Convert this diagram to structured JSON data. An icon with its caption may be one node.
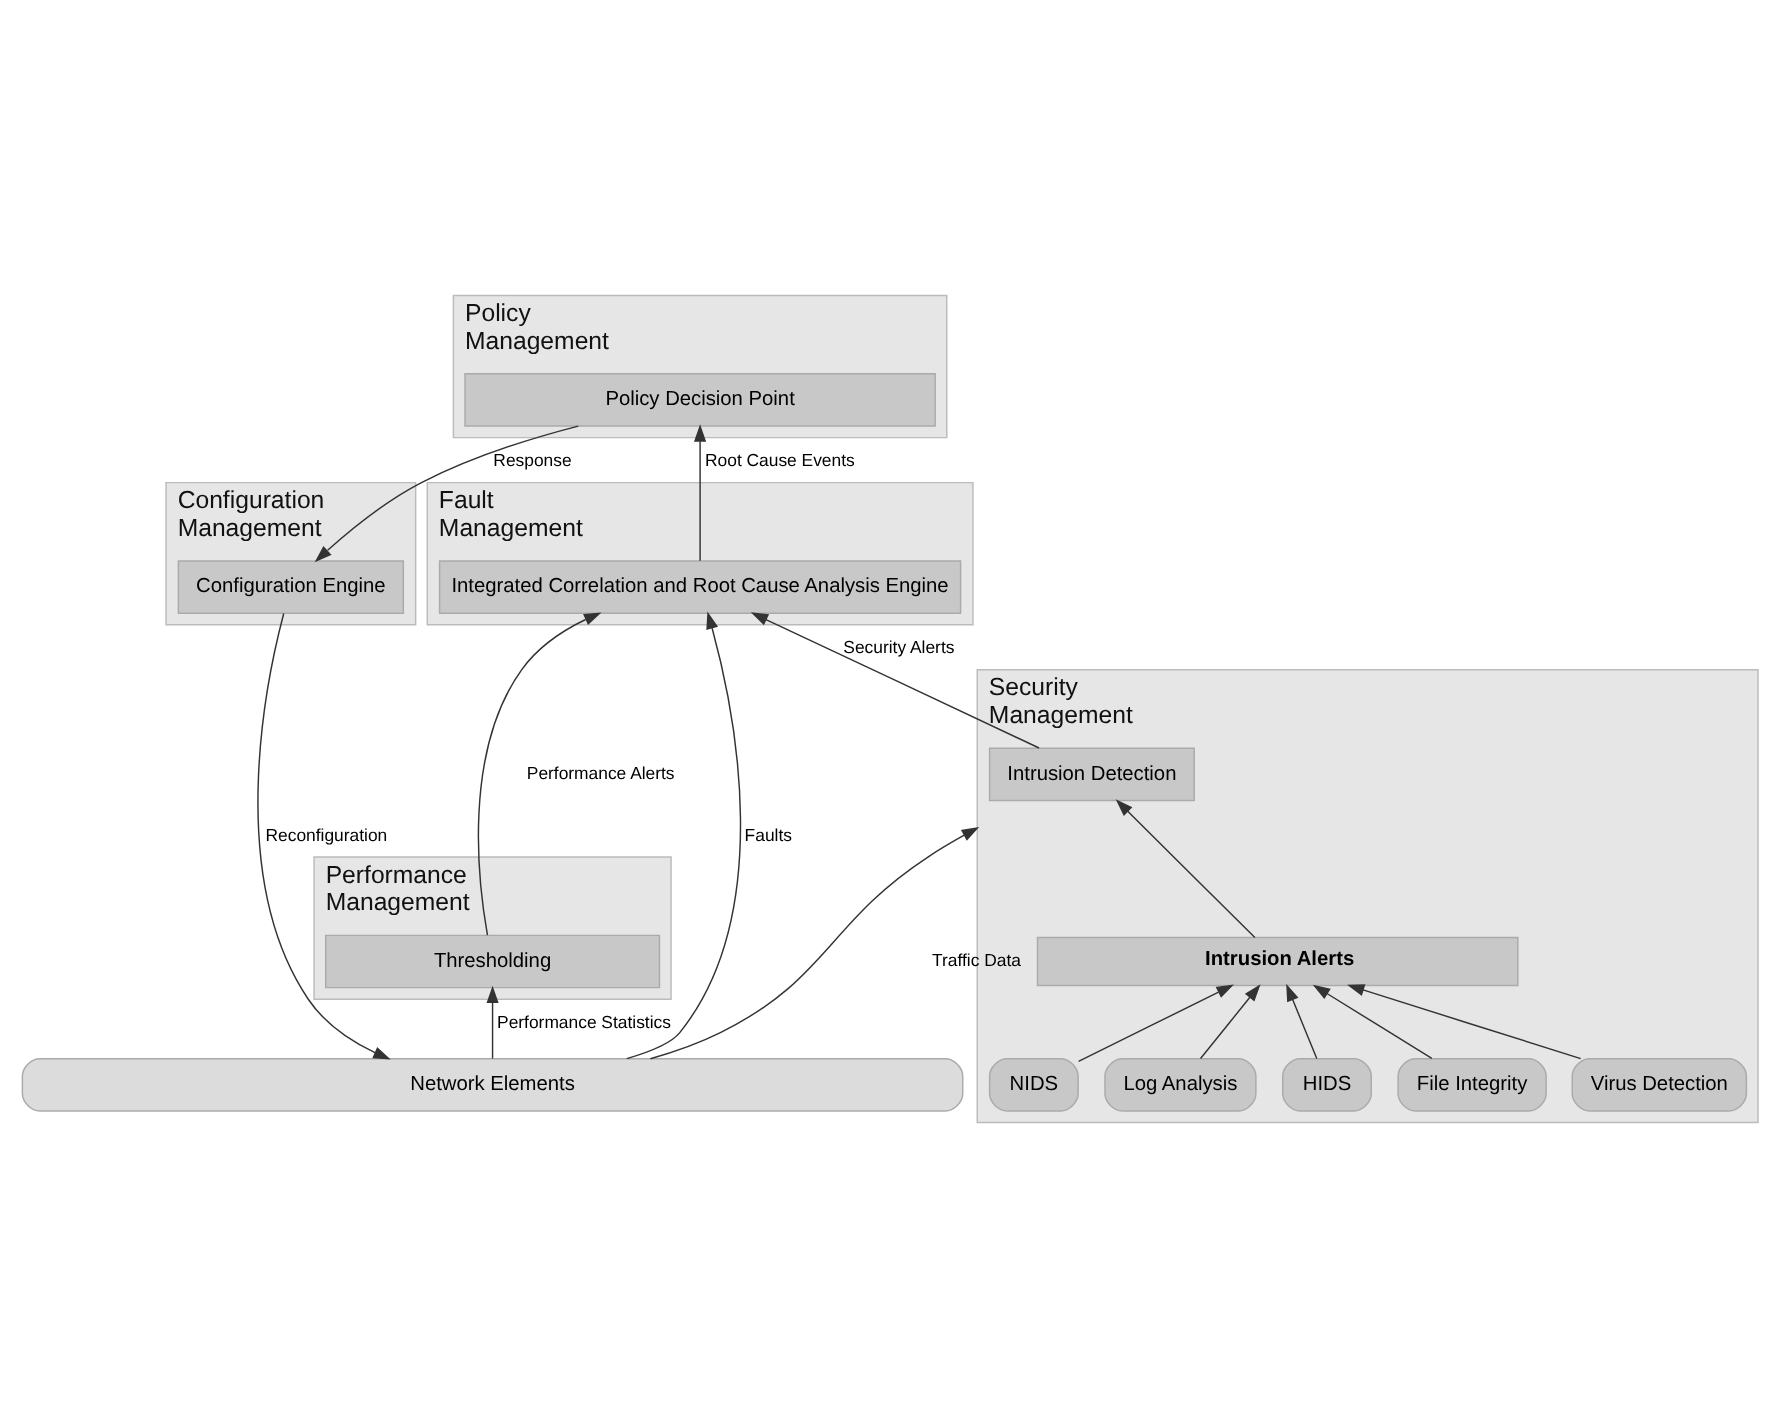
{
  "diagram": {
    "nodes": [
      {
        "text": [
          "Policy Management"
        ]
      },
      {
        "text": [
          "Policy Decision Point"
        ],
        "in": 0
      },
      {
        "text": [
          "Fault Management"
        ]
      },
      {
        "text": [
          "Integrated Correlation and Root Cause Analysis Engine"
        ],
        "in": 2
      },
      {
        "text": [
          "Configuration Management"
        ]
      },
      {
        "text": [
          "Configuration Engine"
        ],
        "in": 4
      },
      {
        "text": [
          "Security Management"
        ]
      },
      {
        "text": [
          "Intrusion Detection"
        ],
        "in": 6
      },
      {
        "text": [
          "Intrusion Alerts"
        ],
        "in": 6
      },
      {
        "text": [
          "Virus Detection"
        ],
        "in": 6
      },
      {
        "text": [
          "File Integrity"
        ],
        "in": 6
      },
      {
        "text": [
          "HIDS"
        ],
        "in": 6
      },
      {
        "text": [
          "Log Analysis"
        ],
        "in": 6
      },
      {
        "text": [
          "NIDS"
        ],
        "in": 6
      },
      {
        "text": [
          "Performance Management"
        ]
      },
      {
        "text": [
          "Thresholding"
        ],
        "in": 14
      },
      {
        "text": [
          "Network Elements"
        ]
      }
    ],
    "edges": [
      {
        "from": 3,
        "to": 1,
        "arrow": "to",
        "label": "Root Cause Events"
      },
      {
        "from": 1,
        "to": 5,
        "arrow": "to",
        "label": "Response"
      },
      {
        "from": 7,
        "to": 3,
        "arrow": "to",
        "label": "Security Alerts"
      },
      {
        "from": 16,
        "to": 3,
        "arrow": "to",
        "label": "Faults"
      },
      {
        "from": 15,
        "to": 3,
        "arrow": "to",
        "label": "Performance Alerts"
      },
      {
        "from": 5,
        "to": 16,
        "arrow": "to",
        "label": "Reconfiguration"
      },
      {
        "from": 8,
        "to": 7,
        "arrow": "to"
      },
      {
        "from": 9,
        "to": 8,
        "arrow": "to"
      },
      {
        "from": 10,
        "to": 8,
        "arrow": "to"
      },
      {
        "from": 11,
        "to": 8,
        "arrow": "to"
      },
      {
        "from": 12,
        "to": 8,
        "arrow": "to"
      },
      {
        "from": 13,
        "to": 8,
        "arrow": "to"
      },
      {
        "from": 16,
        "to": 6,
        "arrow": "to",
        "label": "Traffic Data"
      },
      {
        "from": 16,
        "to": 15,
        "arrow": "to",
        "label": "Performance Statistics"
      }
    ]
  }
}
